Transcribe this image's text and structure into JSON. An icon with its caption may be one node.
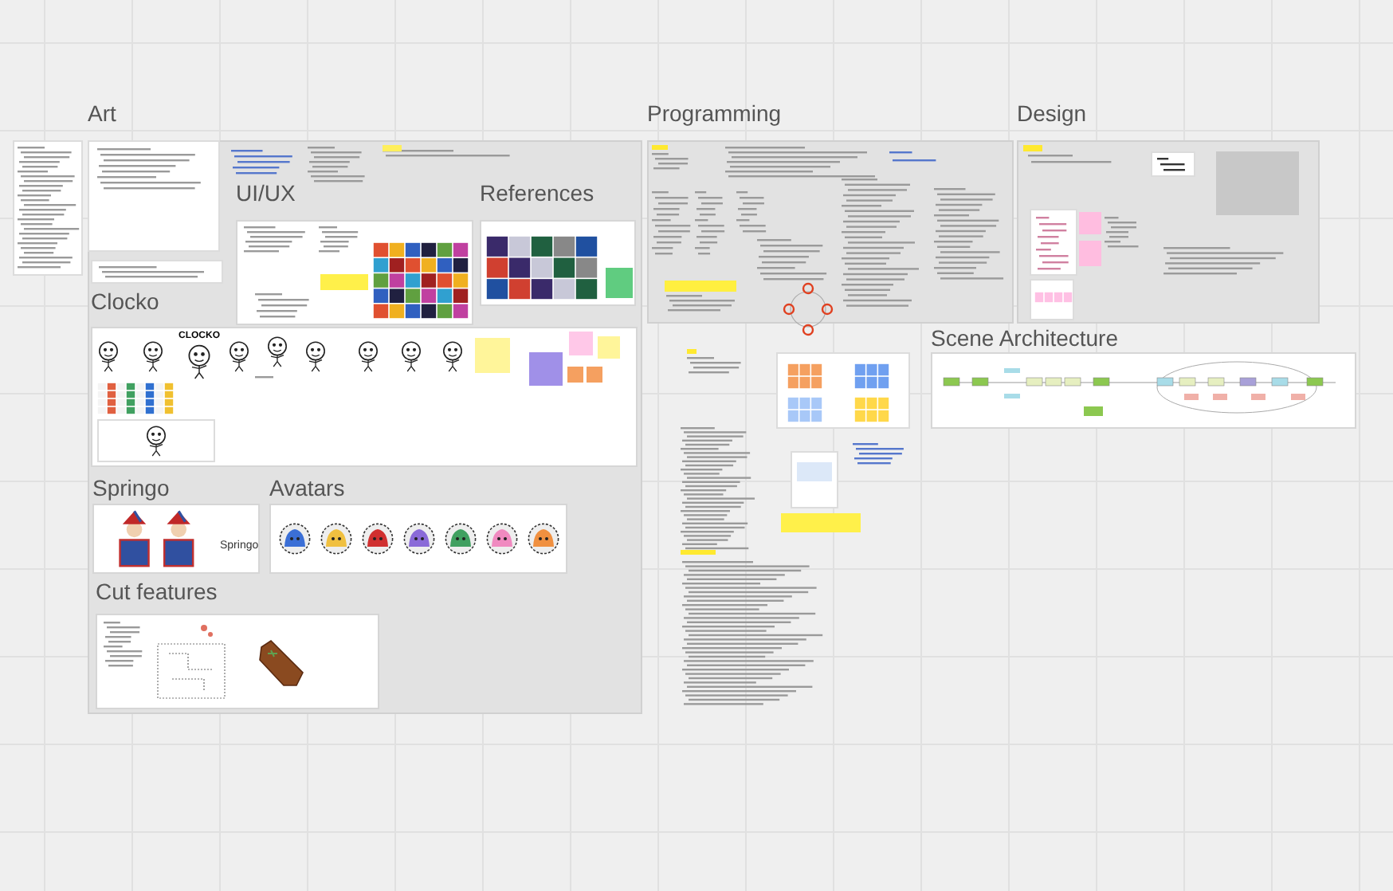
{
  "diagram": {
    "nodes": [
      {
        "text": [
          "Art"
        ]
      },
      {
        "text": [
          "UI/UX"
        ],
        "in": 0
      },
      {
        "text": [
          "References"
        ],
        "in": 0
      },
      {
        "text": [
          "Clocko",
          "CLOCKO"
        ],
        "in": 0
      },
      {
        "text": [
          "Springo",
          "Springo"
        ],
        "in": 0
      },
      {
        "text": [
          "Avatars"
        ],
        "in": 0
      },
      {
        "text": [
          "Cut features"
        ],
        "in": 0
      },
      {
        "text": [
          "Programming"
        ]
      },
      {
        "text": [
          "Design"
        ]
      },
      {
        "text": [
          "Scene Architecture"
        ]
      }
    ]
  }
}
